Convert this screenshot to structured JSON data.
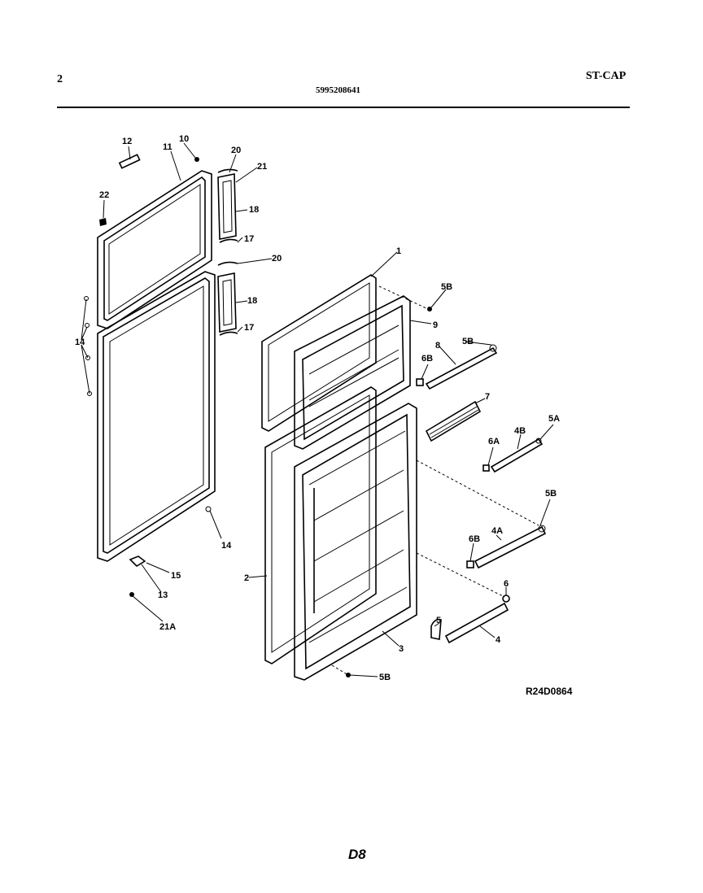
{
  "header": {
    "page_number": "2",
    "part_number": "5995208641",
    "doc_code": "ST-CAP"
  },
  "diagram": {
    "reference_code": "R24D0864",
    "footer_code": "D8",
    "callouts": [
      "12",
      "11",
      "10",
      "20",
      "21",
      "22",
      "18",
      "17",
      "20",
      "18",
      "17",
      "14",
      "1",
      "5B",
      "9",
      "8",
      "5B",
      "6B",
      "7",
      "6A",
      "4B",
      "5A",
      "15",
      "14",
      "2",
      "13",
      "21A",
      "5B",
      "4A",
      "6B",
      "6",
      "5",
      "4",
      "3",
      "5B"
    ]
  }
}
